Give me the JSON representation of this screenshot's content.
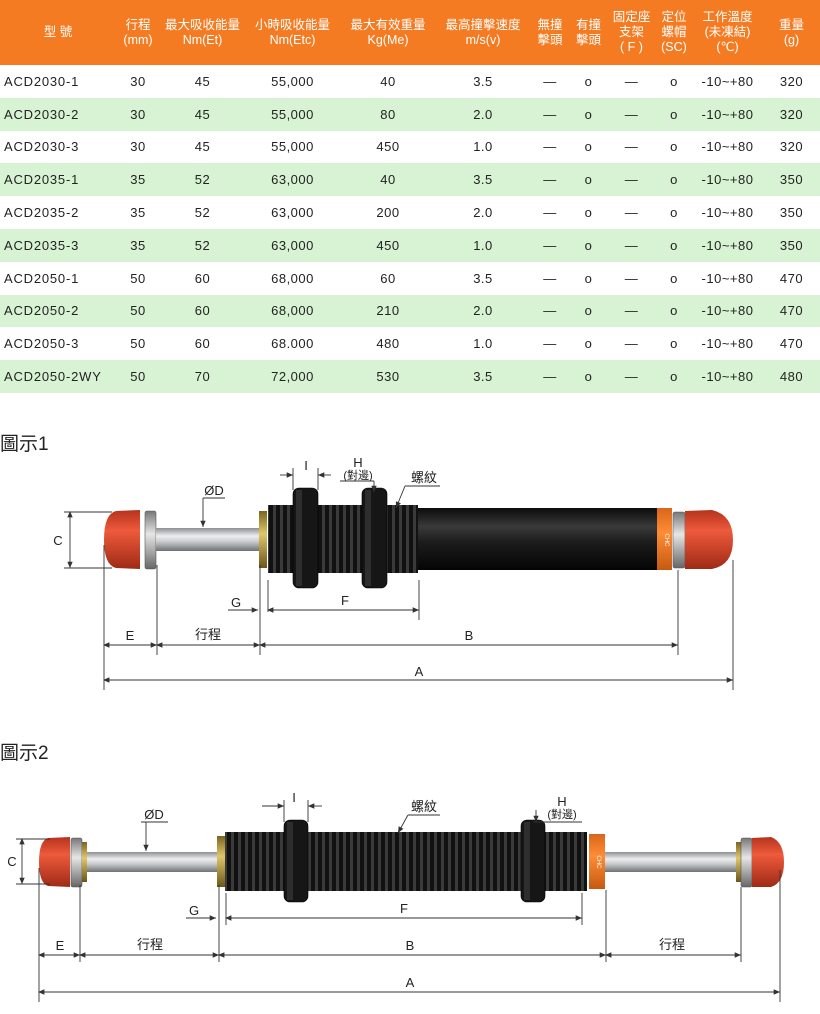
{
  "table": {
    "headers": [
      "型 號",
      "行程\n(mm)",
      "最大吸收能量\nNm(Et)",
      "小時吸收能量\nNm(Etc)",
      "最大有效重量\nKg(Me)",
      "最高撞擊速度\nm/s(v)",
      "無撞\n擊頭",
      "有撞\n擊頭",
      "固定座\n支架\n( F )",
      "定位\n螺帽\n(SC)",
      "工作溫度\n(未凍結)\n(℃)",
      "重量\n(g)"
    ],
    "rows": [
      [
        "ACD2030-1",
        "30",
        "45",
        "55,000",
        "40",
        "3.5",
        "—",
        "o",
        "—",
        "o",
        "-10~+80",
        "320"
      ],
      [
        "ACD2030-2",
        "30",
        "45",
        "55,000",
        "80",
        "2.0",
        "—",
        "o",
        "—",
        "o",
        "-10~+80",
        "320"
      ],
      [
        "ACD2030-3",
        "30",
        "45",
        "55,000",
        "450",
        "1.0",
        "—",
        "o",
        "—",
        "o",
        "-10~+80",
        "320"
      ],
      [
        "ACD2035-1",
        "35",
        "52",
        "63,000",
        "40",
        "3.5",
        "—",
        "o",
        "—",
        "o",
        "-10~+80",
        "350"
      ],
      [
        "ACD2035-2",
        "35",
        "52",
        "63,000",
        "200",
        "2.0",
        "—",
        "o",
        "—",
        "o",
        "-10~+80",
        "350"
      ],
      [
        "ACD2035-3",
        "35",
        "52",
        "63,000",
        "450",
        "1.0",
        "—",
        "o",
        "—",
        "o",
        "-10~+80",
        "350"
      ],
      [
        "ACD2050-1",
        "50",
        "60",
        "68,000",
        "60",
        "3.5",
        "—",
        "o",
        "—",
        "o",
        "-10~+80",
        "470"
      ],
      [
        "ACD2050-2",
        "50",
        "60",
        "68,000",
        "210",
        "2.0",
        "—",
        "o",
        "—",
        "o",
        "-10~+80",
        "470"
      ],
      [
        "ACD2050-3",
        "50",
        "60",
        "68.000",
        "480",
        "1.0",
        "—",
        "o",
        "—",
        "o",
        "-10~+80",
        "470"
      ],
      [
        "ACD2050-2WY",
        "50",
        "70",
        "72,000",
        "530",
        "3.5",
        "—",
        "o",
        "—",
        "o",
        "-10~+80",
        "480"
      ]
    ]
  },
  "figure1": {
    "title": "圖示1",
    "labels": {
      "I": "I",
      "H": "H",
      "H_sub": "(對邊)",
      "thread": "螺紋",
      "D": "ØD",
      "C": "C",
      "G": "G",
      "F": "F",
      "E": "E",
      "stroke": "行程",
      "B": "B",
      "A": "A"
    }
  },
  "figure2": {
    "title": "圖示2",
    "labels": {
      "I": "I",
      "H": "H",
      "H_sub": "(對邊)",
      "thread": "螺紋",
      "D": "ØD",
      "C": "C",
      "G": "G",
      "F": "F",
      "E": "E",
      "stroke_left": "行程",
      "stroke_right": "行程",
      "B": "B",
      "A": "A"
    }
  },
  "brand_mark": "CHC",
  "colors": {
    "header": "#f47b21",
    "row_alt": "#d8f3d3",
    "cap": "#e0452c",
    "body": "#1a1a1a",
    "label": "#f47b21"
  }
}
